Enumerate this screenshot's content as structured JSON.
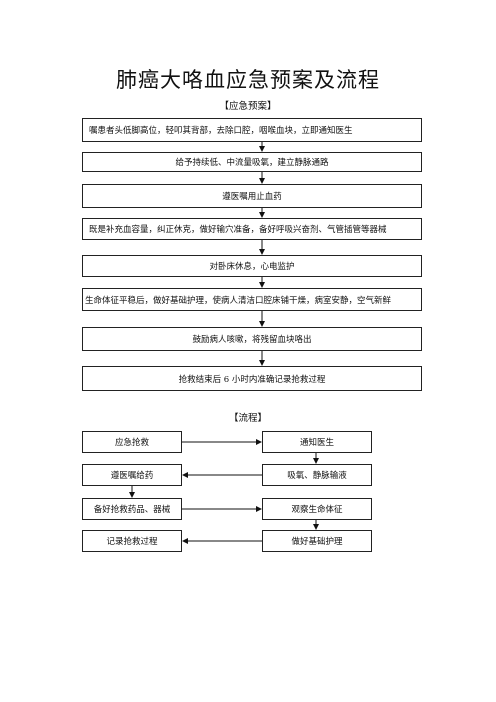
{
  "title": "肺癌大咯血应急预案及流程",
  "plan": {
    "label": "【应急预案】",
    "steps": [
      "嘱患者头低脚高位，轻叩其背部，去除口腔，咽喉血块，立即通知医生",
      "给予持续低、中流量吸氧，建立静脉通路",
      "遵医嘱用止血药",
      "既是补充血容量，纠正休克，做好输穴准备，备好呼吸兴奋剂、气管插管等器械",
      "对卧床休息，心电监护",
      "生命体征平稳后，做好基础护理，使病人清洁口腔床铺干燥，病室安静，空气新鲜",
      "鼓励病人咳嗽，将残留血块咯出",
      "抢救结束后 6 小时内准确记录抢救过程"
    ]
  },
  "flow": {
    "label": "【流程】",
    "left": [
      "应急抢救",
      "遵医嘱给药",
      "备好抢救药品、器械",
      "记录抢救过程"
    ],
    "right": [
      "通知医生",
      "吸氧、静脉输液",
      "观察生命体征",
      "做好基础护理"
    ]
  }
}
